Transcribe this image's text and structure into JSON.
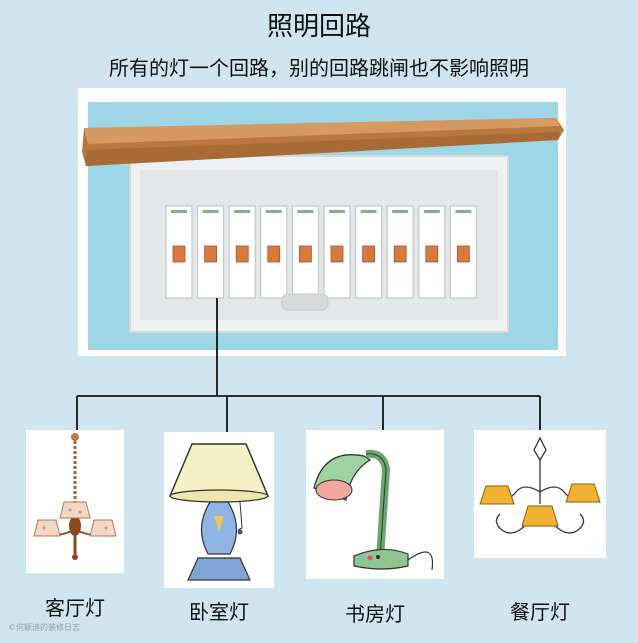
{
  "title": "照明回路",
  "subtitle": "所有的灯一个回路，别的回路跳闸也不影响照明",
  "breaker_count": 10,
  "lamps": [
    {
      "label": "客厅灯",
      "icon": "chandelier-icon"
    },
    {
      "label": "卧室灯",
      "icon": "table-lamp-icon"
    },
    {
      "label": "书房灯",
      "icon": "desk-lamp-icon"
    },
    {
      "label": "餐厅灯",
      "icon": "pendant-lamp-icon"
    }
  ],
  "watermark": "©何颖迪的装修日志",
  "colors": {
    "background": "#cfe5ef",
    "panel_frame": "#a8dbe9",
    "cover": "#c68c5a",
    "breaker_switch": "#d77a42"
  }
}
